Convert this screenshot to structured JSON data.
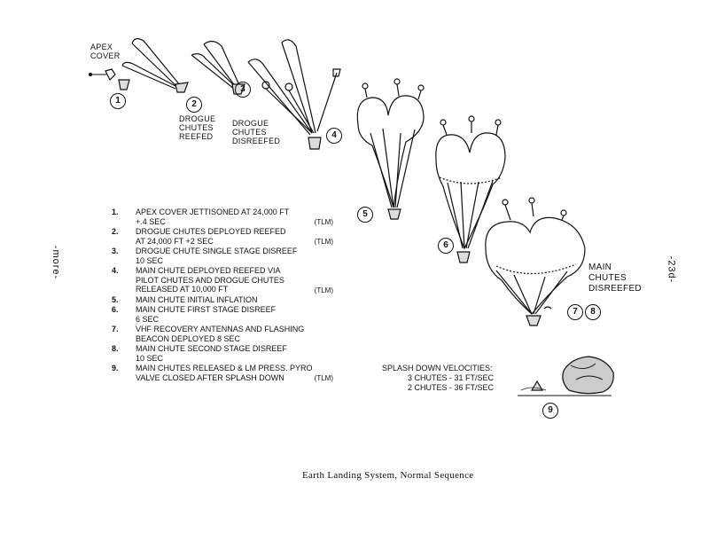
{
  "labels": {
    "apex_cover": "APEX\nCOVER",
    "drogue_reefed": "DROGUE\nCHUTES\nREEFED",
    "drogue_disreefed": "DROGUE\nCHUTES\nDISREEFED",
    "main_disreefed": "MAIN\nCHUTES\nDISREEFED"
  },
  "numbers": [
    "1",
    "2",
    "3",
    "4",
    "5",
    "6",
    "7",
    "8",
    "9"
  ],
  "side_left": "-more-",
  "side_right": "-23d-",
  "steps": [
    {
      "n": "1.",
      "text": "APEX COVER JETTISONED AT 24,000 FT\n+.4 SEC",
      "tlm": "(TLM)"
    },
    {
      "n": "2.",
      "text": "DROGUE CHUTES DEPLOYED REEFED\nAT 24,000 FT +2 SEC",
      "tlm": "(TLM)"
    },
    {
      "n": "3.",
      "text": "DROGUE CHUTE SINGLE STAGE DISREEF\n10 SEC",
      "tlm": ""
    },
    {
      "n": "4.",
      "text": "MAIN CHUTE DEPLOYED REEFED VIA\nPILOT CHUTES AND DROGUE CHUTES\nRELEASED AT 10,000 FT",
      "tlm": "(TLM)"
    },
    {
      "n": "5.",
      "text": "MAIN CHUTE INITIAL INFLATION",
      "tlm": ""
    },
    {
      "n": "6.",
      "text": "MAIN CHUTE FIRST STAGE DISREEF\n6 SEC",
      "tlm": ""
    },
    {
      "n": "7.",
      "text": "VHF RECOVERY ANTENNAS AND FLASHING\nBEACON DEPLOYED 8 SEC",
      "tlm": ""
    },
    {
      "n": "8.",
      "text": "MAIN CHUTE SECOND STAGE DISREEF\n10 SEC",
      "tlm": ""
    },
    {
      "n": "9.",
      "text": "MAIN CHUTES RELEASED & LM PRESS. PYRO\nVALVE CLOSED AFTER SPLASH DOWN",
      "tlm": "(TLM)"
    }
  ],
  "splash": {
    "title": "SPLASH DOWN VELOCITIES:",
    "line1": "3 CHUTES - 31 FT/SEC",
    "line2": "2 CHUTES - 36 FT/SEC"
  },
  "caption": "Earth Landing System, Normal Sequence"
}
